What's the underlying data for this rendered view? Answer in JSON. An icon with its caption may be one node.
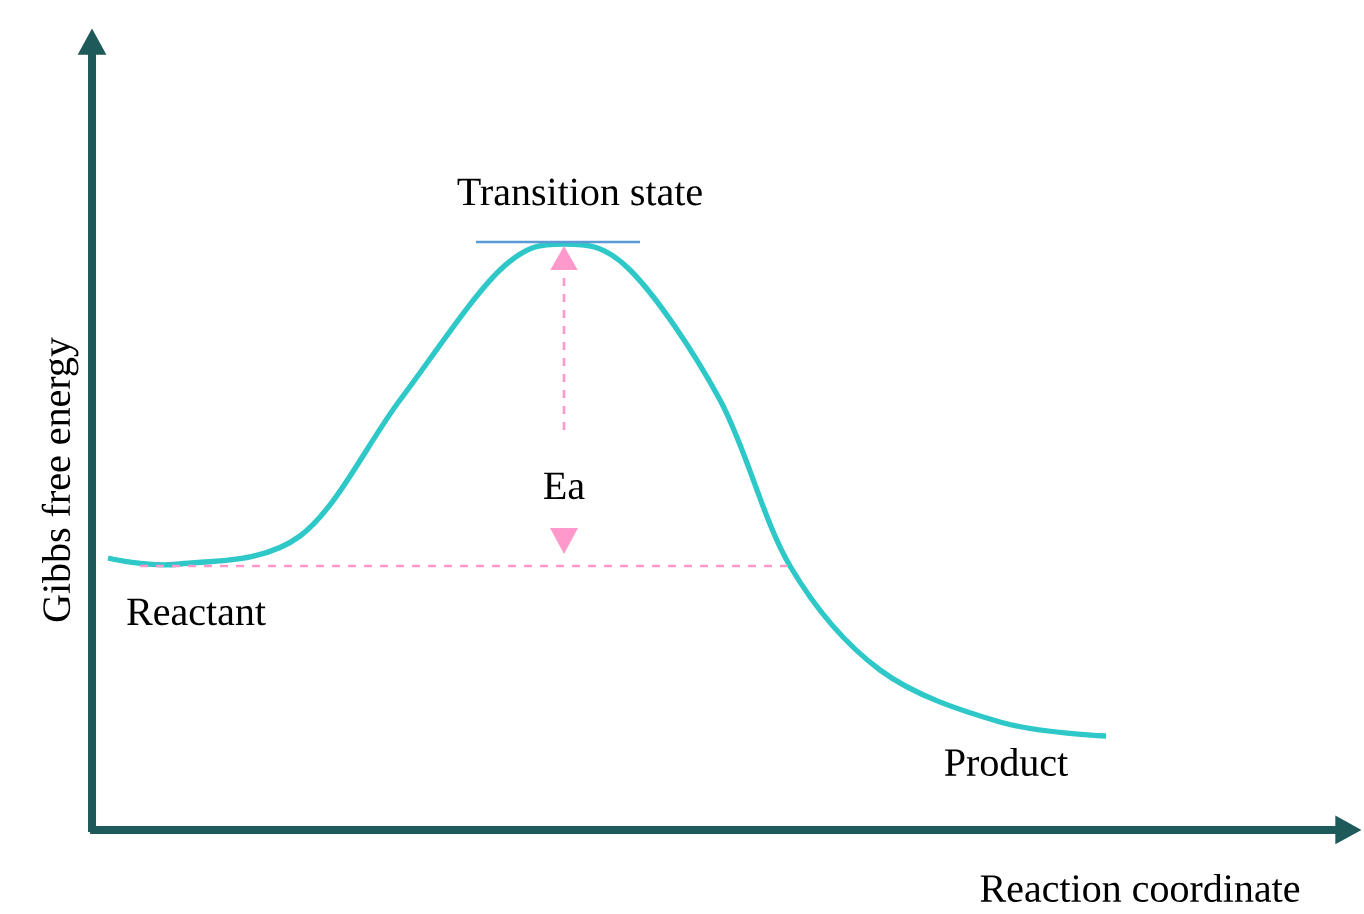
{
  "diagram": {
    "labels": [
      "Transition state",
      "Gibbs free energy",
      "Ea",
      "Reactant",
      "Product",
      "Reaction coordinate"
    ]
  }
}
